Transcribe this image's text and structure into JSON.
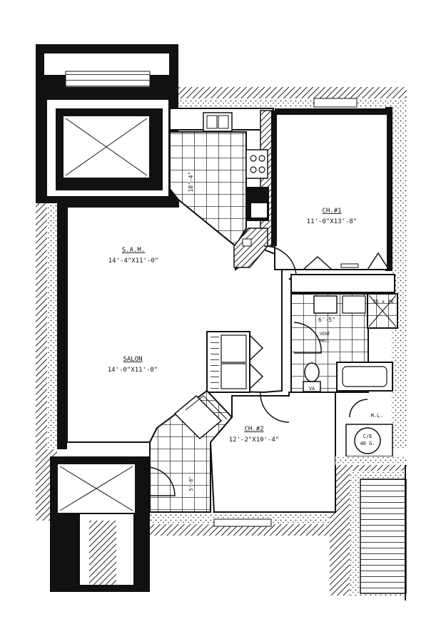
{
  "rooms": {
    "sam": {
      "name": "S.A.M.",
      "dims": "14'-4\"X11'-0\""
    },
    "salon": {
      "name": "SALON",
      "dims": "14'-0\"X11'-0\""
    },
    "ch1": {
      "name": "CH.#1",
      "dims": "11'-0\"X13'-8\""
    },
    "ch2": {
      "name": "CH.#2",
      "dims": "12'-2\"X10'-4\""
    }
  },
  "annotations": {
    "kitchen_dim": "10'-4\"",
    "bath_dim": "6'-5\"",
    "shower_size": "36 x 36",
    "vent": "VENT",
    "vent_sub": "MEC.",
    "closet_ml": "M.L.",
    "laundry": "C/E",
    "laundry_sub": "40 G.",
    "vanity": "VA",
    "stair_dim": "5'-8\""
  }
}
